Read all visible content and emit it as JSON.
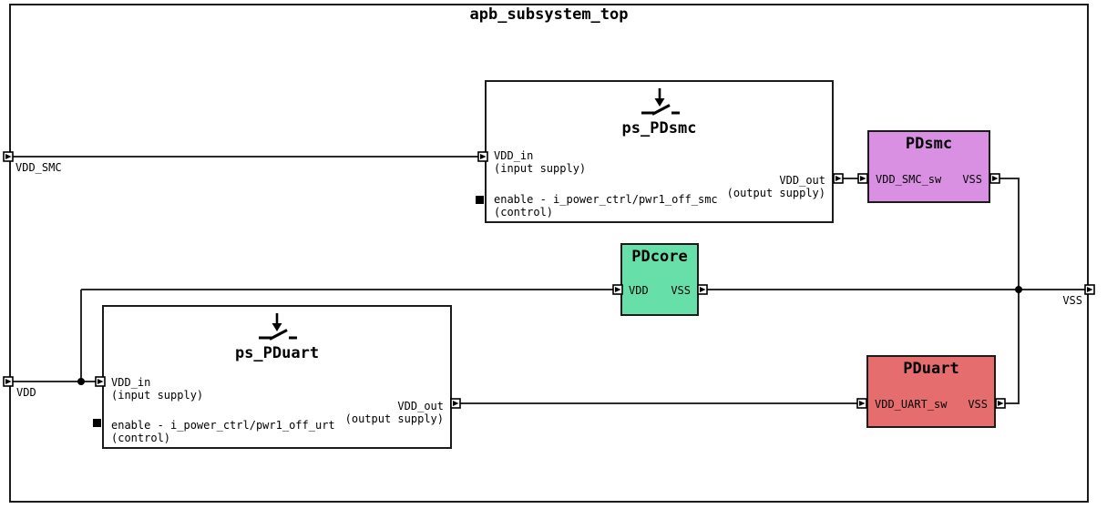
{
  "diagram": {
    "title": "apb_subsystem_top"
  },
  "colors": {
    "pdsmc_fill": "#d98fe2",
    "pdcore_fill": "#66e0a8",
    "pduart_fill": "#e56d6d",
    "wire": "#2b2b2b",
    "border": "#1b1b1b"
  },
  "nets": {
    "vdd_smc": "VDD_SMC",
    "vdd": "VDD",
    "vss": "VSS"
  },
  "switches": [
    {
      "title": "ps_PDsmc",
      "in_name": "VDD_in",
      "in_kind": "(input supply)",
      "ctrl_name": "enable - i_power_ctrl/pwr1_off_smc",
      "ctrl_kind": "(control)",
      "out_name": "VDD_out",
      "out_kind": "(output supply)"
    },
    {
      "title": "ps_PDuart",
      "in_name": "VDD_in",
      "in_kind": "(input supply)",
      "ctrl_name": "enable - i_power_ctrl/pwr1_off_urt",
      "ctrl_kind": "(control)",
      "out_name": "VDD_out",
      "out_kind": "(output supply)"
    }
  ],
  "domains": [
    {
      "title": "PDsmc",
      "left_pin": "VDD_SMC_sw",
      "right_pin": "VSS",
      "fill": "#d98fe2"
    },
    {
      "title": "PDcore",
      "left_pin": "VDD",
      "right_pin": "VSS",
      "fill": "#66e0a8"
    },
    {
      "title": "PDuart",
      "left_pin": "VDD_UART_sw",
      "right_pin": "VSS",
      "fill": "#e56d6d"
    }
  ]
}
